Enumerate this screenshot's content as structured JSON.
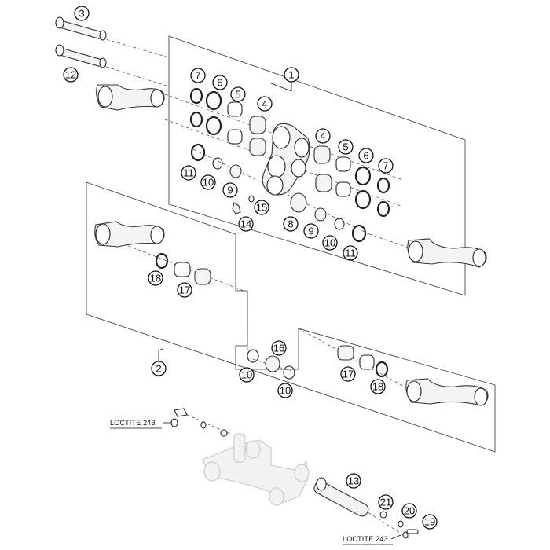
{
  "diagram": {
    "callouts": [
      "1",
      "2",
      "3",
      "4",
      "5",
      "6",
      "7",
      "8",
      "9",
      "10",
      "11",
      "12",
      "13",
      "14",
      "15",
      "16",
      "17",
      "18",
      "19",
      "20",
      "21"
    ],
    "loctite_label": "LOCTITE 243"
  }
}
